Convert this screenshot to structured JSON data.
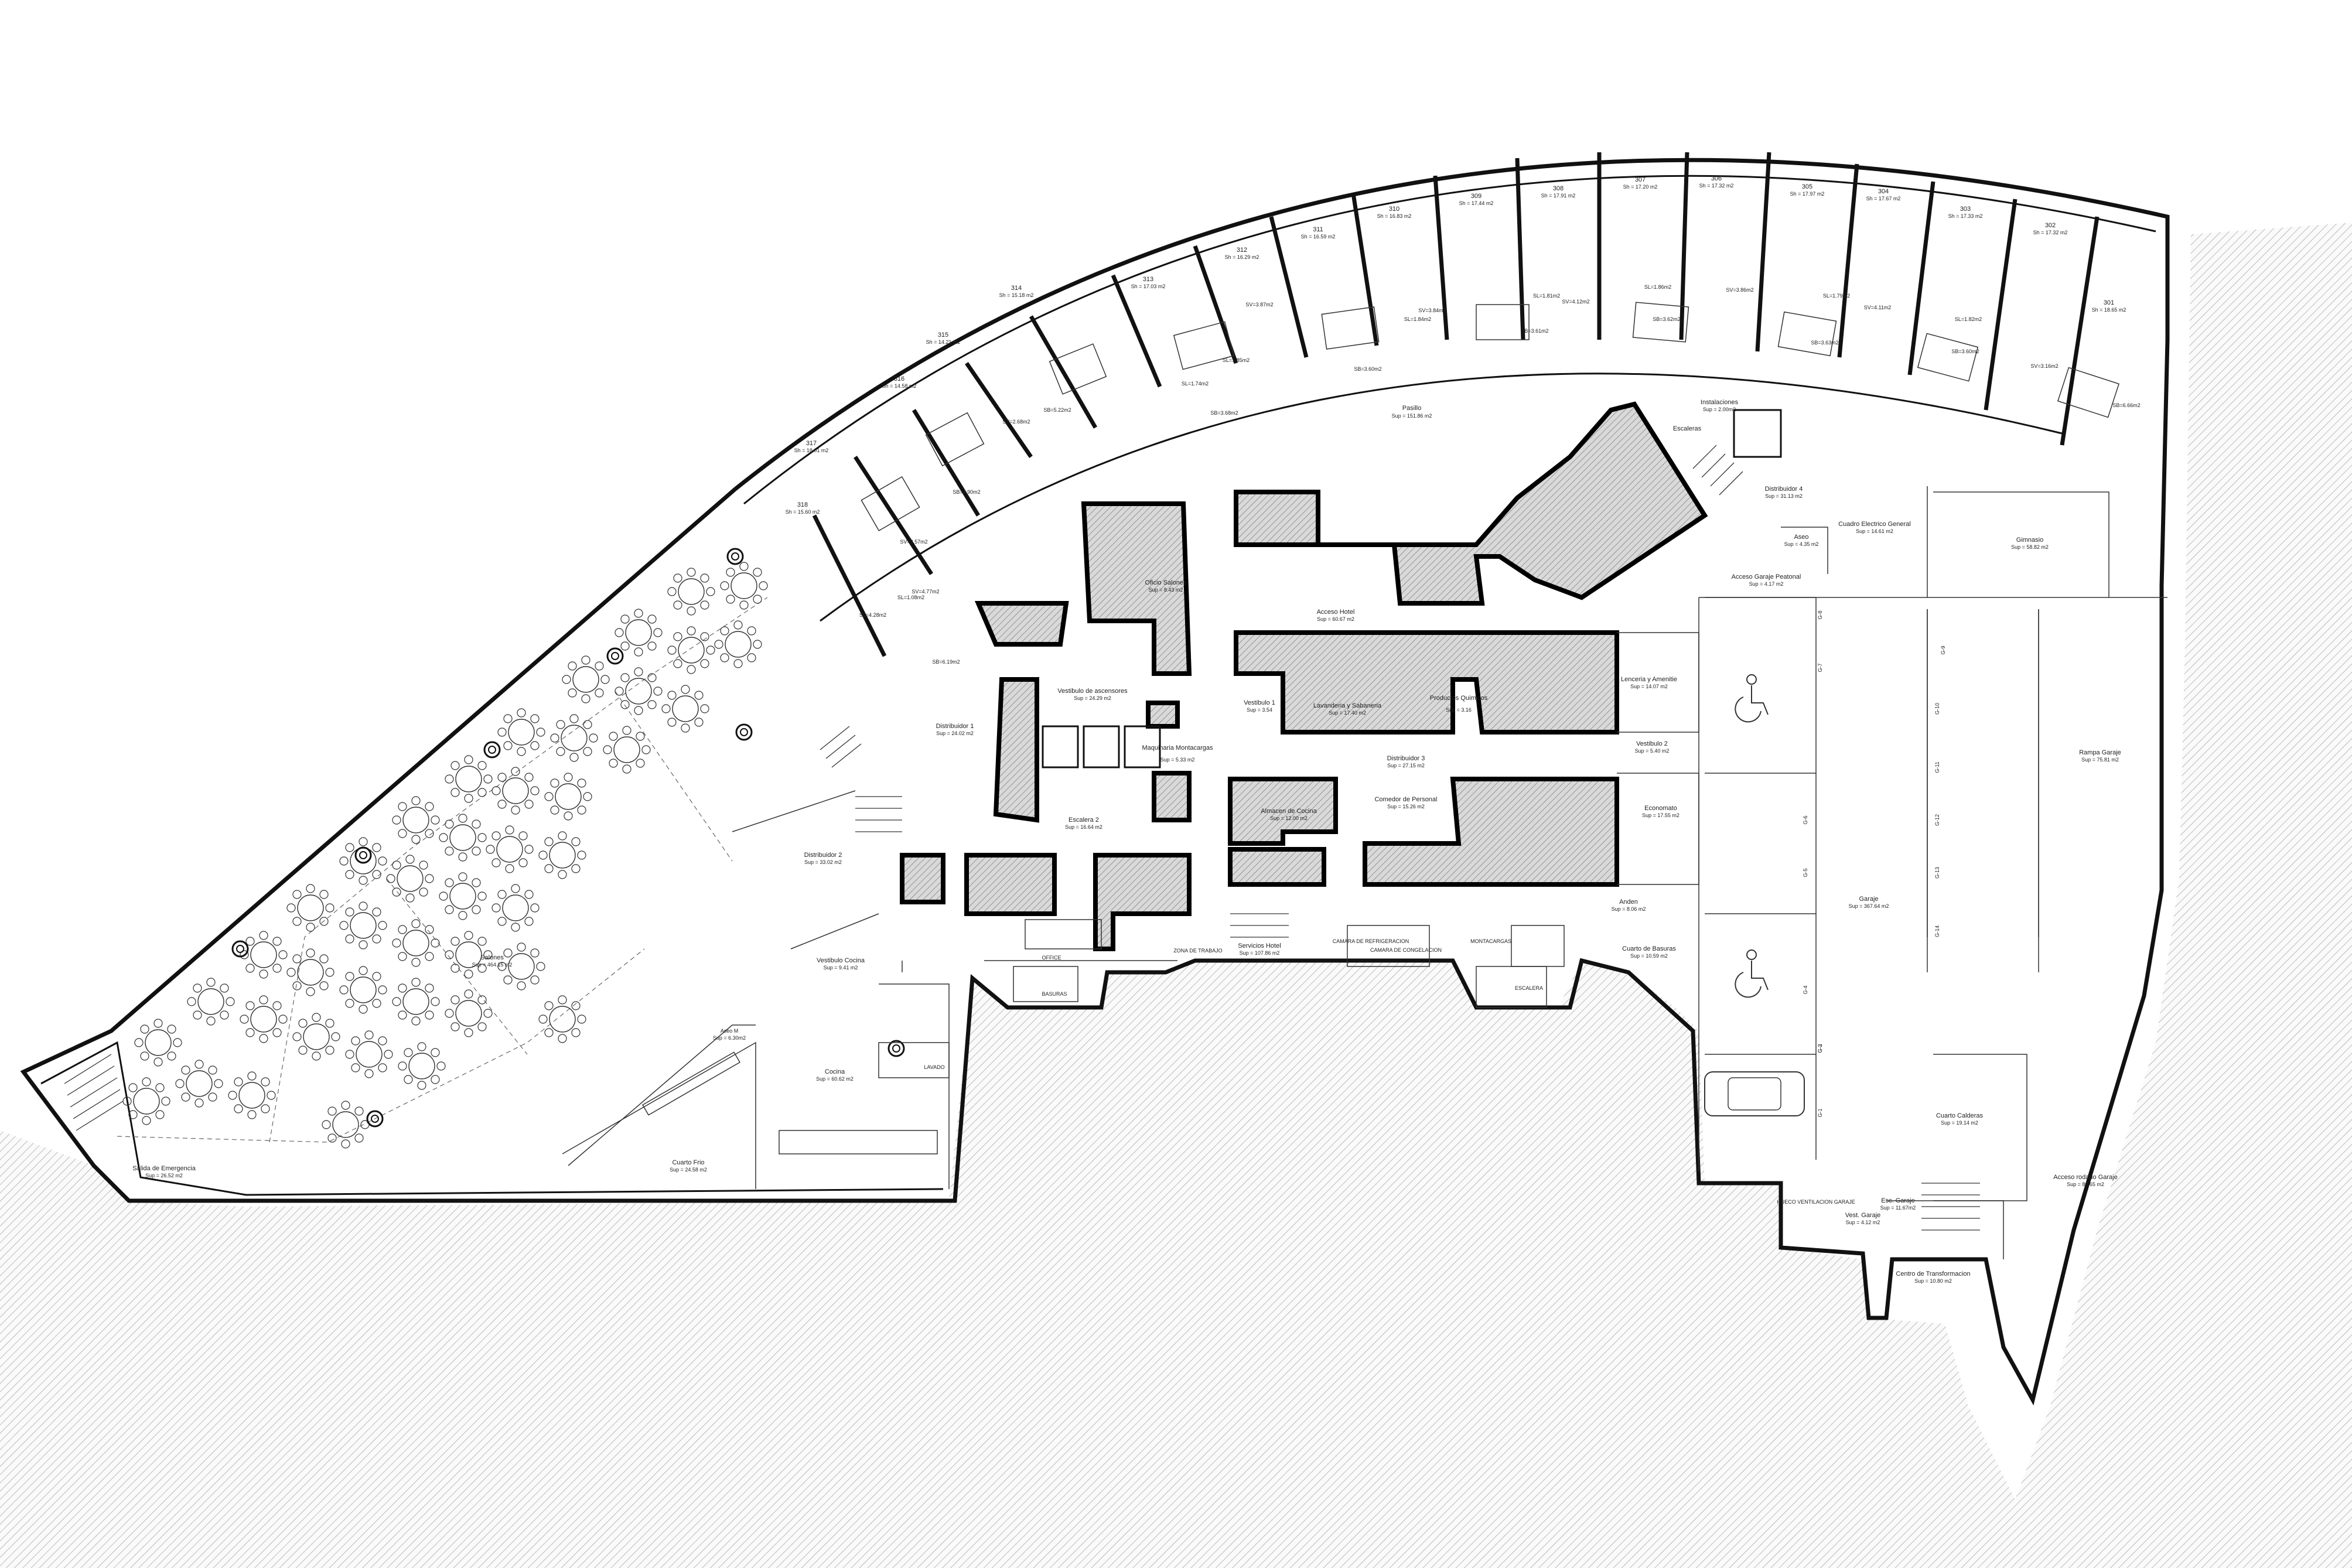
{
  "rooms": {
    "r317": {
      "name": "317",
      "area": "Sh = 18.01 m2"
    },
    "r316": {
      "name": "316",
      "area": "Sh = 14.58 m2"
    },
    "r315": {
      "name": "315",
      "area": "Sh = 14.21 m2"
    },
    "r314": {
      "name": "314",
      "area": "Sh = 15.18 m2"
    },
    "r313": {
      "name": "313",
      "area": "Sh = 17.03 m2"
    },
    "r312": {
      "name": "312",
      "area": "Sh = 16.29 m2"
    },
    "r311": {
      "name": "311",
      "area": "Sh = 16.59 m2"
    },
    "r310": {
      "name": "310",
      "area": "Sh = 16.83 m2"
    },
    "r309": {
      "name": "309",
      "area": "Sh = 17.44 m2"
    },
    "r308": {
      "name": "308",
      "area": "Sh = 17.91 m2"
    },
    "r307": {
      "name": "307",
      "area": "Sh = 17.20 m2"
    },
    "r306": {
      "name": "306",
      "area": "Sh = 17.32 m2"
    },
    "r305": {
      "name": "305",
      "area": "Sh = 17.97 m2"
    },
    "r304": {
      "name": "304",
      "area": "Sh = 17.67 m2"
    },
    "r303": {
      "name": "303",
      "area": "Sh = 17.33 m2"
    },
    "r302": {
      "name": "302",
      "area": "Sh = 17.32 m2"
    },
    "r301": {
      "name": "301",
      "area": "Sh = 18.65 m2"
    },
    "r318": {
      "name": "318",
      "area": "Sh = 15.60 m2"
    },
    "pasillo": {
      "name": "Pasillo",
      "area": "Sup = 151.86 m2"
    },
    "instalaciones": {
      "name": "Instalaciones",
      "area": "Sup = 2.00m2"
    },
    "escaleras": {
      "name": "Escaleras",
      "area": ""
    },
    "distribuidor4": {
      "name": "Distribuidor 4",
      "area": "Sup = 31.13 m2"
    },
    "aseo": {
      "name": "Aseo",
      "area": "Sup = 4.35 m2"
    },
    "cuadro_electrico": {
      "name": "Cuadro Electrico General",
      "area": "Sup = 14.61 m2"
    },
    "gimnasio": {
      "name": "Gimnasio",
      "area": "Sup = 58.82 m2"
    },
    "acceso_garaje_peatonal": {
      "name": "Acceso Garaje Peatonal",
      "area": "Sup = 4.17 m2"
    },
    "oficio_salones": {
      "name": "Oficio Salones",
      "area": "Sup = 8.43 m2"
    },
    "acceso_hotel": {
      "name": "Acceso Hotel",
      "area": "Sup = 60.67 m2"
    },
    "vestibulo_ascensores": {
      "name": "Vestibulo de ascensores",
      "area": "Sup = 24.29 m2"
    },
    "vestibulo1": {
      "name": "Vestibulo 1",
      "area": "Sup = 3.54"
    },
    "lavanderia": {
      "name": "Lavanderia y Sabaneria",
      "area": "Sup = 17.40 m2"
    },
    "productos_quimicos": {
      "name": "Productos Quimicos",
      "area": "Sup = 3.16"
    },
    "lenceria": {
      "name": "Lenceria y Amenitie",
      "area": "Sup = 14.07 m2"
    },
    "distribuidor1": {
      "name": "Distribuidor 1",
      "area": "Sup = 24.02 m2"
    },
    "maquinaria": {
      "name": "Maquinaria Montacargas",
      "area": "Sup = 5.33 m2"
    },
    "distribuidor3": {
      "name": "Distribuidor 3",
      "area": "Sup = 27.15 m2"
    },
    "vestibulo2": {
      "name": "Vestibulo 2",
      "area": "Sup = 5.40 m2"
    },
    "ramapa_garaje": {
      "name": "Rampa Garaje",
      "area": "Sup = 75.81 m2"
    },
    "escalera2": {
      "name": "Escalera 2",
      "area": "Sup = 16.64 m2"
    },
    "almacen_cocina": {
      "name": "Almacen de Cocina",
      "area": "Sup = 12.00 m2"
    },
    "comedor_personal": {
      "name": "Comedor de Personal",
      "area": "Sup = 15.26 m2"
    },
    "economato": {
      "name": "Economato",
      "area": "Sup = 17.55 m2"
    },
    "distribuidor2": {
      "name": "Distribuidor 2",
      "area": "Sup = 33.02 m2"
    },
    "garaje": {
      "name": "Garaje",
      "area": "Sup = 367.64 m2"
    },
    "servicios_hotel": {
      "name": "Servicios Hotel",
      "area": "Sup = 107.86 m2"
    },
    "zona_trabajo": {
      "name": "ZONA DE TRABAJO",
      "area": ""
    },
    "vestibulo_cocina": {
      "name": "Vestibulo Cocina",
      "area": "Sup = 9.41 m2"
    },
    "salones": {
      "name": "Salones",
      "area": "Sup = 464.15 m2"
    },
    "cuarto_basuras": {
      "name": "Cuarto de Basuras",
      "area": "Sup = 10.59 m2"
    },
    "anden": {
      "name": "Anden",
      "area": "Sup = 8.06 m2"
    },
    "cocina": {
      "name": "Cocina",
      "area": "Sup = 60.62 m2"
    },
    "cuarto_frio": {
      "name": "Cuarto Frio",
      "area": "Sup = 24.58 m2"
    },
    "salida_emergencia": {
      "name": "Salida de Emergencia",
      "area": "Sup = 26.52 m2"
    },
    "cuarto_calderas": {
      "name": "Cuarto Calderas",
      "area": "Sup = 19.14 m2"
    },
    "acceso_rodado": {
      "name": "Acceso rodado Garaje",
      "area": "Sup = 80.65 m2"
    },
    "esc_garaje": {
      "name": "Esc. Garaje",
      "area": "Sup = 11.67m2"
    },
    "vest_garaje": {
      "name": "Vest. Garaje",
      "area": "Sup = 4.12 m2"
    },
    "centro_transformacion": {
      "name": "Centro de Transformacion",
      "area": "Sup = 10.80 m2"
    },
    "hueco": {
      "name": "HUECO VENTILACION GARAJE",
      "area": ""
    },
    "aseo_m": {
      "name": "Aseo M",
      "area": "Sup = 6.30m2"
    }
  },
  "small_labels": {
    "office": "OFFICE",
    "camara_refrig": "CAMARA DE REFRIGERACION",
    "camara_conge": "CAMARA DE CONGELACION",
    "basuras": "BASURAS",
    "montacargas": "MONTACARGAS",
    "escalera": "ESCALERA",
    "lavado": "LAVADO"
  },
  "bath_labels": {
    "b1": "SB=4.90m2",
    "b2": "SV=2.57m2",
    "b3": "SL=1.08m2",
    "b4": "SV=4.77m2",
    "b5": "SL=4.28m2",
    "b6": "SB=6.19m2",
    "b7": "SB=5.22m2",
    "b8": "SV=2.68m2",
    "b9": "SL=1.74m2",
    "b10": "SB=3.68m2",
    "b11": "SL=1.85m2",
    "b12": "SV=3.87m2",
    "b13": "SB=3.60m2",
    "b14": "SL=1.84m2",
    "b15": "SV=3.84m2",
    "b16": "SB=3.61m2",
    "b17": "SL=1.81m2",
    "b18": "SV=4.12m2",
    "b19": "SB=3.62m2",
    "b20": "SL=1.86m2",
    "b21": "SV=3.86m2",
    "b22": "SB=3.63m2",
    "b23": "SL=1.79m2",
    "b24": "SV=4.11m2",
    "b25": "SB=3.60m2",
    "b26": "SL=1.82m2",
    "b27": "SV=3.16m2",
    "b28": "SB=6.66m2"
  },
  "parking": {
    "spots": [
      "G-1",
      "G-2",
      "G-3",
      "G-4",
      "G-5",
      "G-6",
      "G-7",
      "G-8",
      "G-9",
      "G-10",
      "G-11",
      "G-12",
      "G-13",
      "G-14"
    ]
  }
}
